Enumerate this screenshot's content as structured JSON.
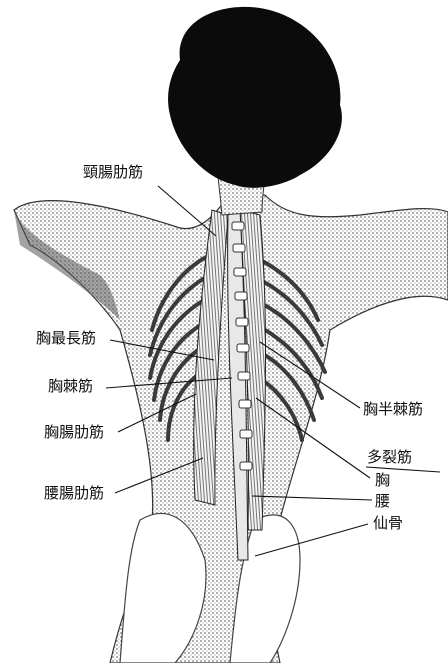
{
  "labels": {
    "iliocostalis_cervicis": "頸腸肋筋",
    "longissimus_thoracis": "胸最長筋",
    "spinalis_thoracis": "胸棘筋",
    "iliocostalis_thoracis": "胸腸肋筋",
    "iliocostalis_lumborum": "腰腸肋筋",
    "semispinalis_thoracis": "胸半棘筋",
    "multifidus": "多裂筋",
    "multifidus_thoracis": "胸",
    "multifidus_lumborum": "腰",
    "multifidus_sacral": "仙骨"
  },
  "colors": {
    "ink": "#111111",
    "hair": "#0b0b0b",
    "skin_shade": "#8a8a8a",
    "background": "#ffffff"
  }
}
